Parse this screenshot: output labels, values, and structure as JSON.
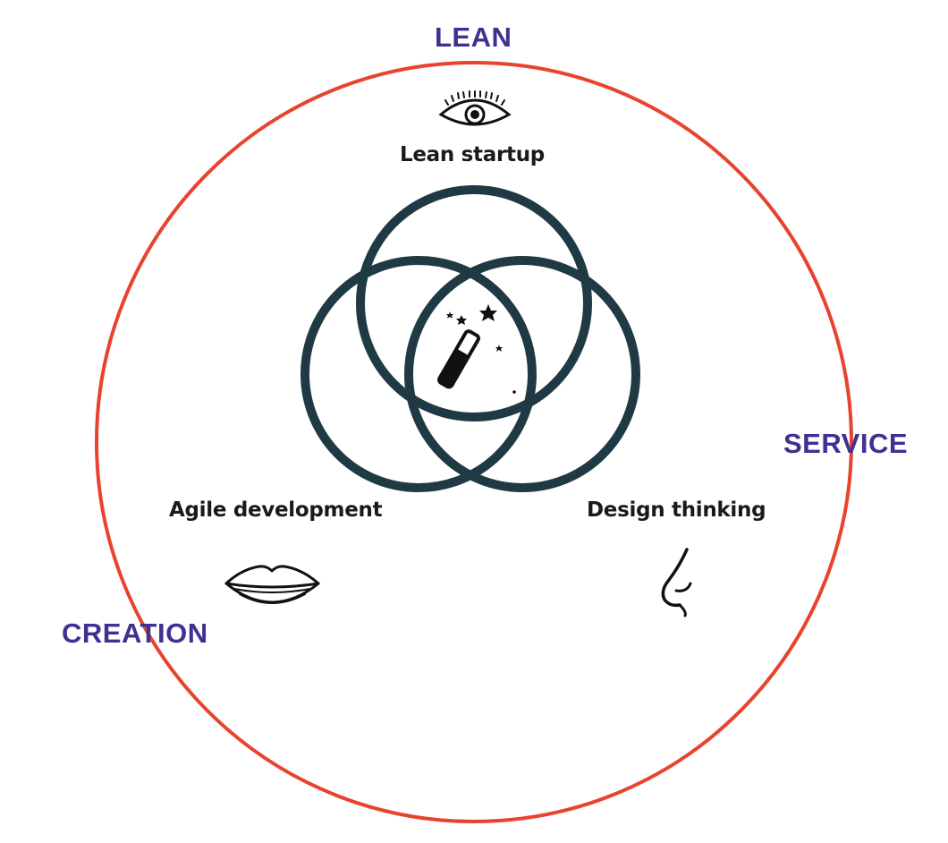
{
  "outer_labels": {
    "lean": "LEAN",
    "service": "SERVICE",
    "creation": "CREATION"
  },
  "methods": {
    "lean_startup": {
      "label": "Lean startup",
      "icon": "eye-icon"
    },
    "agile_development": {
      "label": "Agile development",
      "icon": "lips-icon"
    },
    "design_thinking": {
      "label": "Design thinking",
      "icon": "nose-icon"
    }
  },
  "center_icon": "magic-wand-icon",
  "colors": {
    "outer_ring": "#e8432e",
    "outer_labels": "#3d3191",
    "venn_rings": "#1f3a44",
    "text": "#1a1a1a"
  }
}
